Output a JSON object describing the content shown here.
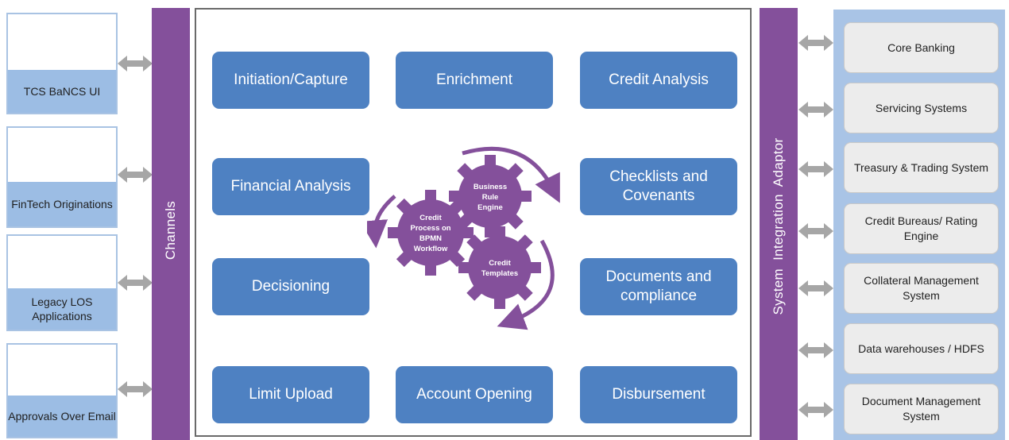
{
  "channels": {
    "title": "Channels",
    "items": [
      {
        "label": "TCS BaNCS UI"
      },
      {
        "label": "FinTech Originations"
      },
      {
        "label": "Legacy LOS Applications"
      },
      {
        "label": "Approvals Over Email"
      }
    ]
  },
  "processes": {
    "initiation": "Initiation/Capture",
    "enrichment": "Enrichment",
    "credit_analysis": "Credit Analysis",
    "financial_analysis": "Financial Analysis",
    "checklists": "Checklists and Covenants",
    "decisioning": "Decisioning",
    "documents": "Documents and compliance",
    "limit_upload": "Limit Upload",
    "account_opening": "Account Opening",
    "disbursement": "Disbursement"
  },
  "gears": {
    "business_rule": [
      "Business",
      "Rule",
      "Engine"
    ],
    "credit_process": [
      "Credit",
      "Process on",
      "BPMN",
      "Workflow"
    ],
    "credit_templates": [
      "Credit",
      "Templates"
    ]
  },
  "integration": {
    "title": "System  Integration  Adaptor"
  },
  "systems": [
    {
      "label": "Core Banking"
    },
    {
      "label": "Servicing Systems"
    },
    {
      "label": "Treasury & Trading System"
    },
    {
      "label": "Credit Bureaus/ Rating Engine"
    },
    {
      "label": "Collateral Management System"
    },
    {
      "label": "Data warehouses / HDFS"
    },
    {
      "label": "Document Management System"
    }
  ],
  "colors": {
    "purple": "#84509b",
    "process_blue": "#4e81c2",
    "light_blue": "#9cbde4",
    "arrow_gray": "#a6a6a6",
    "system_gray": "#ececec"
  }
}
